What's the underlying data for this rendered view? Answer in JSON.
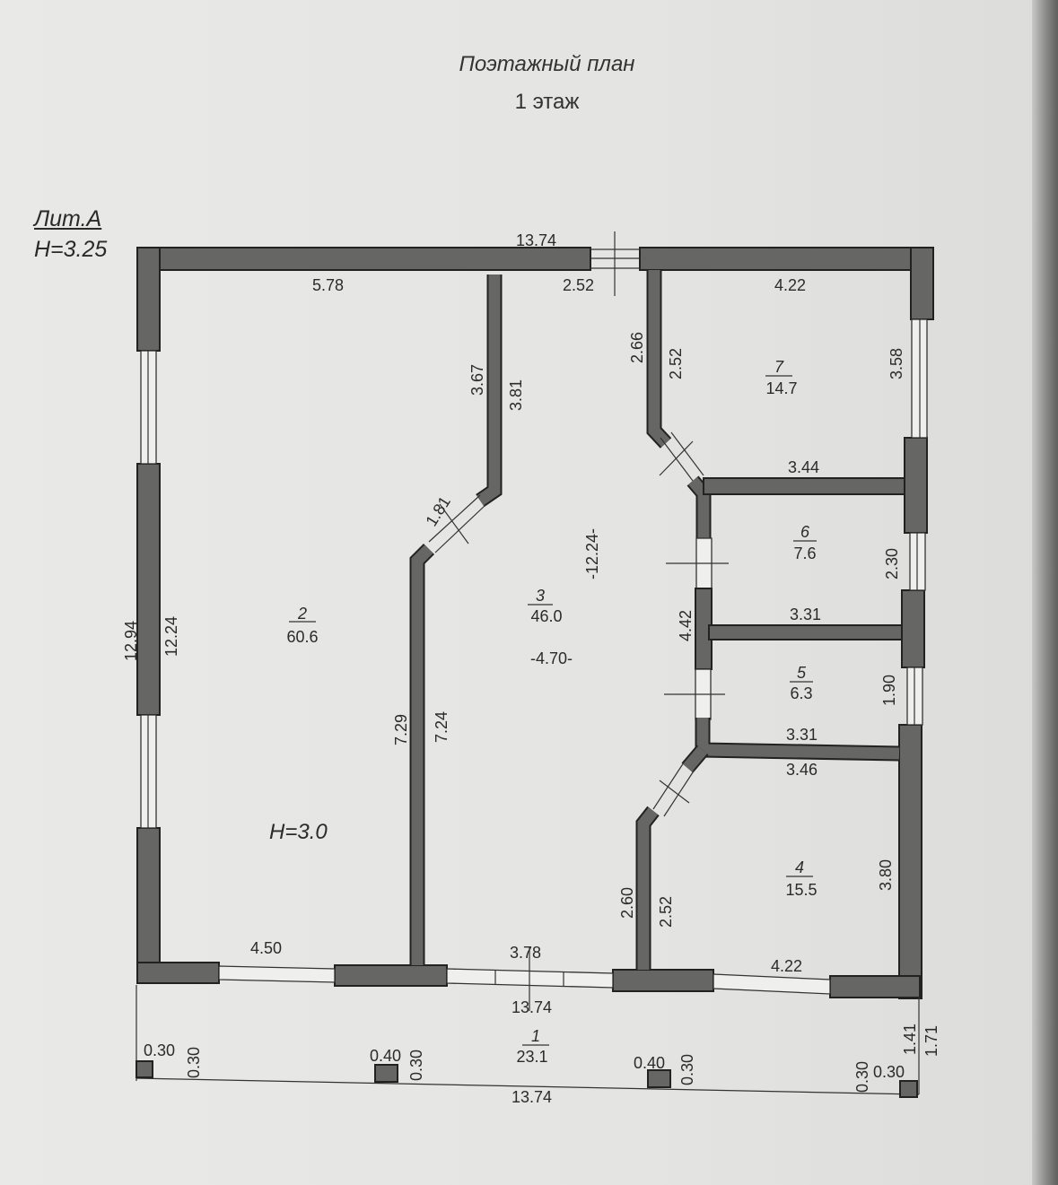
{
  "header": {
    "title": "Поэтажный план",
    "floor": "1 этаж",
    "liter": "Лит.А",
    "height_main": "H=3.25"
  },
  "rooms": [
    {
      "number": "2",
      "area": "60.6"
    },
    {
      "number": "3",
      "area": "46.0"
    },
    {
      "number": "7",
      "area": "14.7"
    },
    {
      "number": "6",
      "area": "7.6"
    },
    {
      "number": "5",
      "area": "6.3"
    },
    {
      "number": "4",
      "area": "15.5"
    },
    {
      "number": "1",
      "area": "23.1"
    }
  ],
  "room_height": "H=3.0",
  "dimensions": {
    "top_total": "13.74",
    "top_left": "5.78",
    "top_door": "2.52",
    "top_right": "4.22",
    "left_outer": "12.94",
    "left_inner": "12.24",
    "wall_a_outer": "3.67",
    "wall_a_inner": "3.81",
    "diag_a": "1.81",
    "wall_b_outer": "7.29",
    "wall_b_inner": "7.24",
    "center_vertical": "-12.24-",
    "center_horizontal": "-4.70-",
    "right_upper_outer": "2.66",
    "right_upper_inner": "2.52",
    "room7_right": "3.58",
    "room7_bottom": "3.44",
    "room6_right": "2.30",
    "room6_bottom": "3.31",
    "partition_vertical": "4.42",
    "room5_right": "1.90",
    "room5_bottom": "3.31",
    "room4_top": "3.46",
    "room4_right": "3.80",
    "right_lower_outer": "2.60",
    "right_lower_inner": "2.52",
    "bottom_left": "4.50",
    "bottom_door": "3.78",
    "bottom_right": "4.22",
    "bottom_total": "13.74",
    "terrace_total": "13.74",
    "terrace_side_outer": "1.71",
    "terrace_side_inner": "1.41",
    "pillar1_w": "0.30",
    "pillar1_h": "0.30",
    "pillar2_w": "0.40",
    "pillar2_h": "0.30",
    "pillar3_w": "0.40",
    "pillar3_h": "0.30",
    "pillar4_w": "0.30",
    "pillar4_h": "0.30"
  },
  "colors": {
    "wall": "#666665",
    "paper": "#e6e6e4",
    "ink": "#2b2b2b"
  }
}
